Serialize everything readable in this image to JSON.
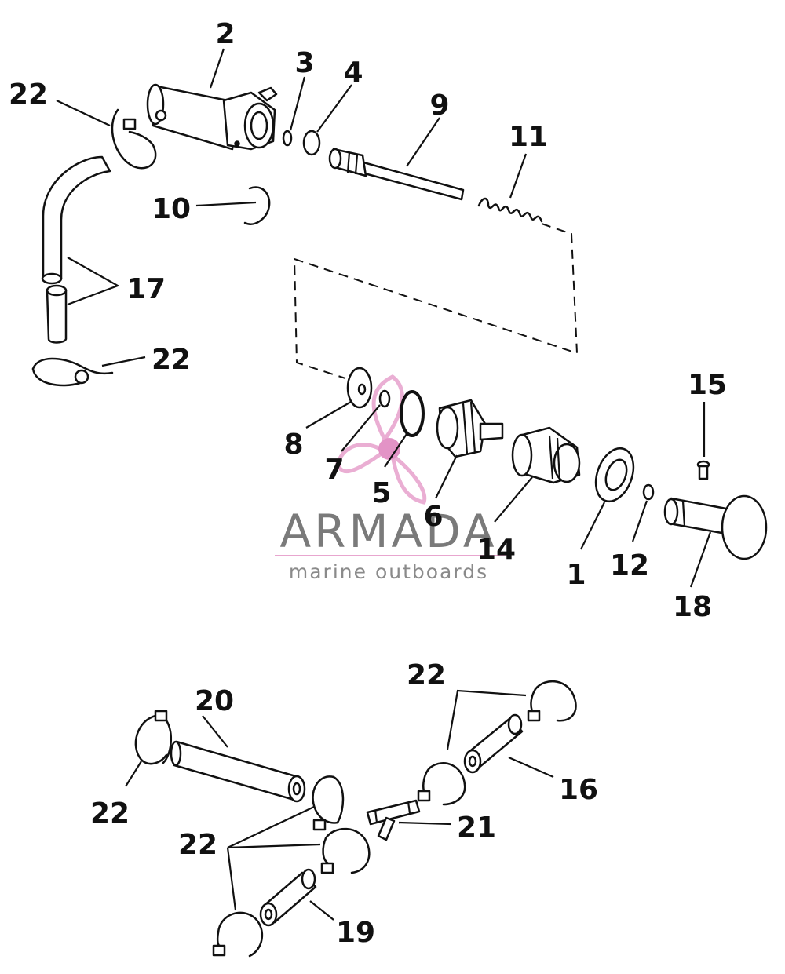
{
  "callouts": {
    "c1": "1",
    "c2": "2",
    "c3": "3",
    "c4": "4",
    "c5": "5",
    "c6": "6",
    "c7": "7",
    "c8": "8",
    "c9": "9",
    "c10": "10",
    "c11": "11",
    "c12": "12",
    "c14": "14",
    "c15": "15",
    "c16": "16",
    "c17": "17",
    "c18": "18",
    "c19": "19",
    "c20": "20",
    "c21": "21",
    "c22a": "22",
    "c22b": "22",
    "c22c": "22",
    "c22d": "22",
    "c22e": "22"
  },
  "watermark": {
    "brand": "ARMADA",
    "tagline": "marine outboards",
    "logo_color": "#e8a6cf",
    "logo_center_color": "#e088c0",
    "text_color": "#7a7a7a"
  }
}
